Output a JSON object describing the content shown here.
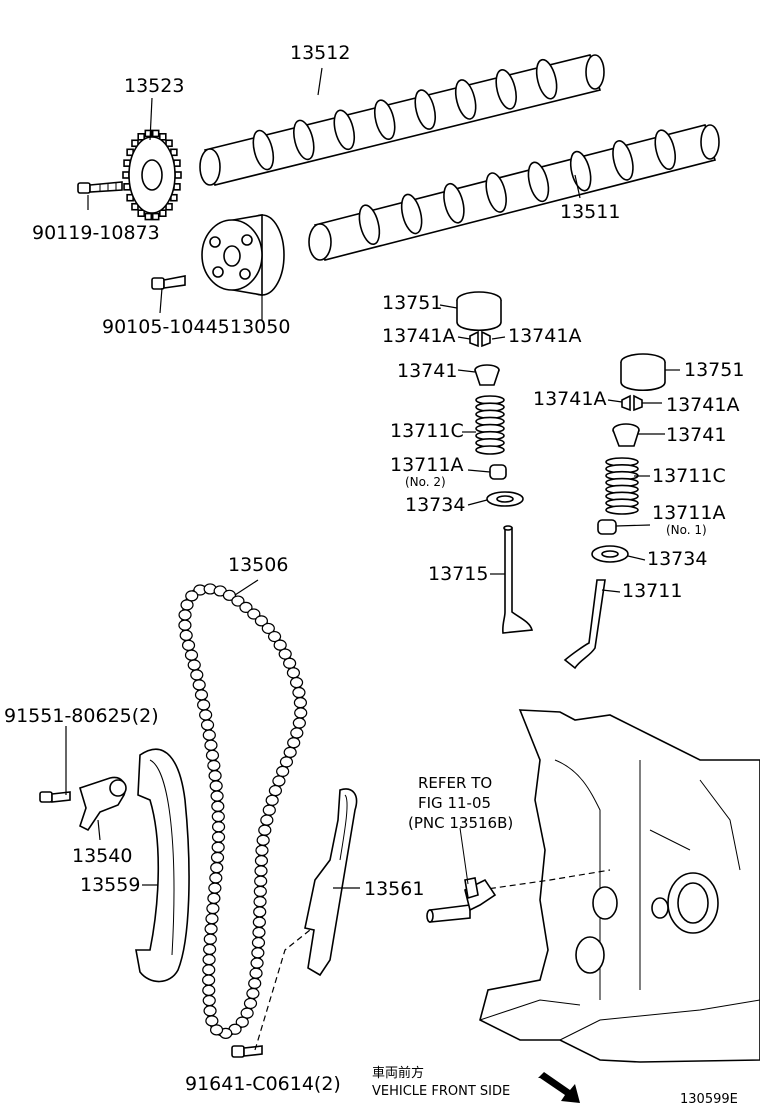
{
  "figure_id": "130599E",
  "note": {
    "refer_line1": "REFER TO",
    "refer_line2": "FIG 11-05",
    "refer_line3": "(PNC 13516B)"
  },
  "direction": {
    "jp": "車両前方",
    "en": "VEHICLE FRONT SIDE"
  },
  "parts": {
    "camshaft_exhaust": "13512",
    "camshaft_intake": "13511",
    "exhaust_sprocket": "13523",
    "bolt_sprocket": "90119-10873",
    "vvt_gear": "13050",
    "bolt_vvt": "90105-10445",
    "lifter_a": "13751",
    "lifter_b": "13751",
    "keeper_a_left": "13741A",
    "keeper_a_right": "13741A",
    "keeper_b_left": "13741A",
    "keeper_b_right": "13741A",
    "retainer_a": "13741",
    "retainer_b": "13741",
    "spring_a": "13711C",
    "spring_b": "13711C",
    "seal_a": "13711A",
    "seal_a_note": "(No. 2)",
    "seal_b": "13711A",
    "seal_b_note": "(No. 1)",
    "seat_a": "13734",
    "seat_b": "13734",
    "valve_exhaust": "13715",
    "valve_intake": "13711",
    "chain": "13506",
    "bolt_tensioner": "91551-80625(2)",
    "tensioner": "13540",
    "slipper": "13559",
    "damper": "13561",
    "bolt_damper": "91641-C0614(2)"
  }
}
